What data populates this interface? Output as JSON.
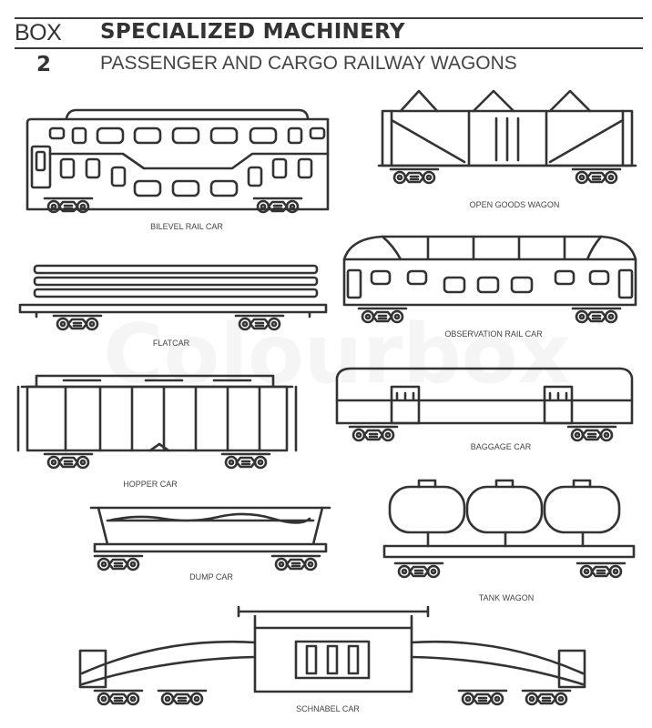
{
  "header": {
    "box_label": "BOX",
    "title": "SPECIALIZED MACHINERY",
    "number": "2",
    "subtitle": "PASSENGER AND CARGO RAILWAY WAGONS"
  },
  "watermark": "Colourbox",
  "wagons": [
    {
      "label": "BILEVEL RAIL CAR"
    },
    {
      "label": "OPEN GOODS WAGON"
    },
    {
      "label": "FLATCAR"
    },
    {
      "label": "OBSERVATION RAIL CAR"
    },
    {
      "label": "HOPPER CAR"
    },
    {
      "label": "BAGGAGE CAR"
    },
    {
      "label": "DUMP CAR"
    },
    {
      "label": "TANK WAGON"
    },
    {
      "label": "SCHNABEL CAR"
    }
  ],
  "colors": {
    "stroke": "#333333",
    "background": "#ffffff"
  }
}
